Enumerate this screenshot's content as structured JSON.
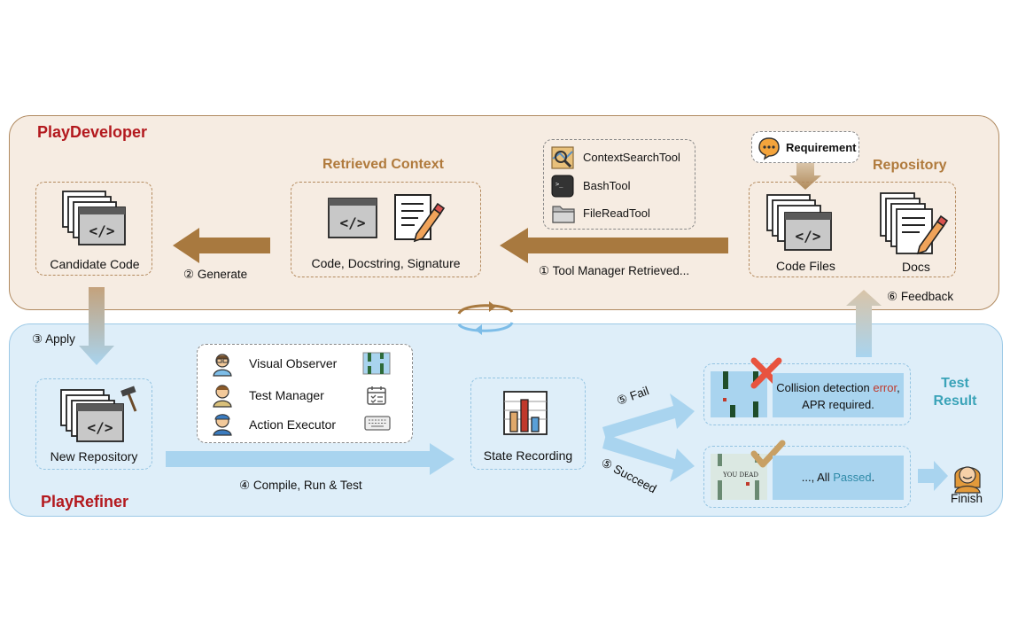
{
  "playdeveloper": {
    "title": "PlayDeveloper",
    "candidate_code": "Candidate Code",
    "retrieved_context_title": "Retrieved Context",
    "retrieved_context_label": "Code, Docstring, Signature",
    "generate": "② Generate",
    "tools": [
      "ContextSearchTool",
      "BashTool",
      "FileReadTool"
    ],
    "tool_manager": "① Tool Manager Retrieved...",
    "repository_title": "Repository",
    "requirement": "Requirement",
    "code_files": "Code Files",
    "docs": "Docs",
    "feedback": "⑥ Feedback"
  },
  "playrefiner": {
    "title": "PlayRefiner",
    "apply": "③ Apply",
    "new_repository": "New Repository",
    "agents": [
      "Visual Observer",
      "Test Manager",
      "Action Executor"
    ],
    "compile": "④ Compile, Run & Test",
    "state_recording": "State Recording",
    "fail": "⑤ Fail",
    "succeed": "⑤ Succeed",
    "fail_text_a": "Collision detection ",
    "fail_text_err": "error",
    "fail_text_b": ",",
    "fail_text_line2": "APR required.",
    "pass_text_a": "..., All ",
    "pass_text_b": "Passed",
    "pass_text_c": ".",
    "you_dead": "YOU DEAD",
    "test_result": "Test Result",
    "finish": "Finish"
  },
  "colors": {
    "red": "#b3191e",
    "brown": "#b07a3c",
    "teal": "#3aa3b8",
    "arrow_brown": "#a8793f",
    "arrow_blue": "#a9d4ef"
  }
}
